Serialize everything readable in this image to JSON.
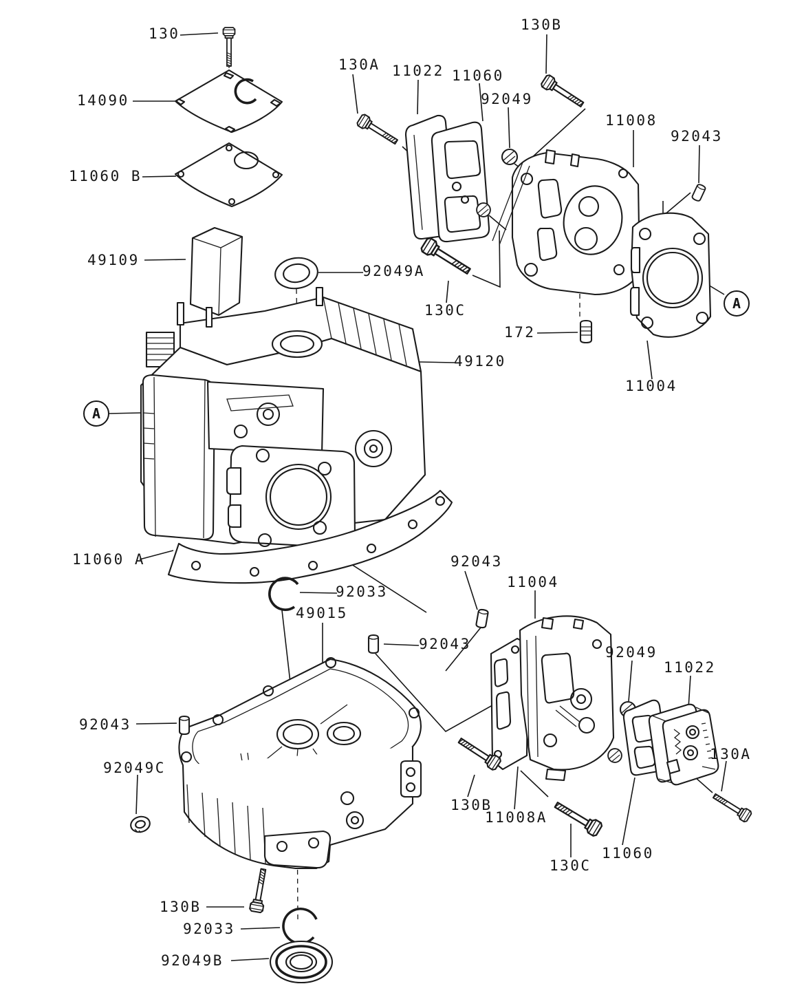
{
  "diagram": {
    "kind": "engine cylinder / crankcase exploded parts diagram",
    "background_color": "#ffffff",
    "ink_color": "#161616"
  },
  "callouts": [
    {
      "id": "130",
      "text": "130"
    },
    {
      "id": "14090",
      "text": "14090"
    },
    {
      "id": "11060-b",
      "text": "11060 B"
    },
    {
      "id": "49109",
      "text": "49109"
    },
    {
      "id": "130a-top",
      "text": "130A"
    },
    {
      "id": "11022-top",
      "text": "11022"
    },
    {
      "id": "11060-top",
      "text": "11060"
    },
    {
      "id": "92049-top",
      "text": "92049"
    },
    {
      "id": "130b-top",
      "text": "130B"
    },
    {
      "id": "11008",
      "text": "11008"
    },
    {
      "id": "92043-topright",
      "text": "92043"
    },
    {
      "id": "92049a",
      "text": "92049A"
    },
    {
      "id": "130c-top",
      "text": "130C"
    },
    {
      "id": "172",
      "text": "172"
    },
    {
      "id": "49120",
      "text": "49120"
    },
    {
      "id": "11004-topright",
      "text": "11004"
    },
    {
      "id": "11060-a",
      "text": "11060 A"
    },
    {
      "id": "92033-mid",
      "text": "92033"
    },
    {
      "id": "49015",
      "text": "49015"
    },
    {
      "id": "92043-mid",
      "text": "92043"
    },
    {
      "id": "92043-cluster",
      "text": "92043"
    },
    {
      "id": "11004-bottom",
      "text": "11004"
    },
    {
      "id": "92049-bottom",
      "text": "92049"
    },
    {
      "id": "11022-bottom",
      "text": "11022"
    },
    {
      "id": "130a-bottom",
      "text": "130A"
    },
    {
      "id": "92043-left",
      "text": "92043"
    },
    {
      "id": "92049c",
      "text": "92049C"
    },
    {
      "id": "130b-cluster",
      "text": "130B"
    },
    {
      "id": "11008a",
      "text": "11008A"
    },
    {
      "id": "130c-bottom",
      "text": "130C"
    },
    {
      "id": "11060-bottom",
      "text": "11060"
    },
    {
      "id": "130b-left",
      "text": "130B"
    },
    {
      "id": "92033-bottom",
      "text": "92033"
    },
    {
      "id": "92049b",
      "text": "92049B"
    }
  ],
  "view_markers": [
    {
      "id": "a-left",
      "text": "A"
    },
    {
      "id": "a-right",
      "text": "A"
    }
  ]
}
